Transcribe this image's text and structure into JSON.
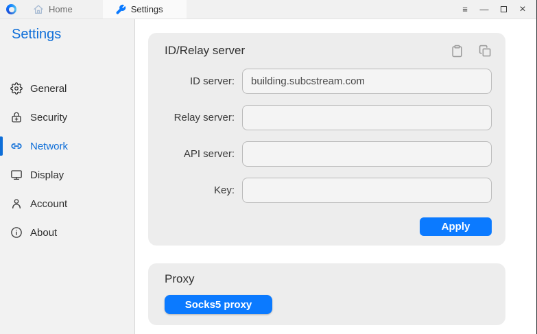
{
  "titlebar": {
    "tabs": [
      {
        "label": "Home",
        "icon": "home-icon",
        "active": false
      },
      {
        "label": "Settings",
        "icon": "wrench-icon",
        "active": true
      }
    ],
    "window_controls": {
      "menu_glyph": "≡",
      "minimize_glyph": "—",
      "close_glyph": "×"
    }
  },
  "sidebar": {
    "title": "Settings",
    "items": [
      {
        "label": "General",
        "icon": "gear-icon",
        "active": false
      },
      {
        "label": "Security",
        "icon": "lock-icon",
        "active": false
      },
      {
        "label": "Network",
        "icon": "link-icon",
        "active": true
      },
      {
        "label": "Display",
        "icon": "monitor-icon",
        "active": false
      },
      {
        "label": "Account",
        "icon": "person-icon",
        "active": false
      },
      {
        "label": "About",
        "icon": "info-icon",
        "active": false
      }
    ]
  },
  "main": {
    "id_relay": {
      "title": "ID/Relay server",
      "fields": [
        {
          "label": "ID server:",
          "value": "building.subcstream.com"
        },
        {
          "label": "Relay server:",
          "value": ""
        },
        {
          "label": "API server:",
          "value": ""
        },
        {
          "label": "Key:",
          "value": ""
        }
      ],
      "apply_label": "Apply"
    },
    "proxy": {
      "title": "Proxy",
      "socks5_label": "Socks5 proxy"
    }
  },
  "colors": {
    "accent_blue": "#0b7aff",
    "sidebar_active_blue": "#0e6ed8",
    "card_background": "#ededed",
    "titlebar_background": "#f1f1f1",
    "icon_gray": "#9b9b9b"
  }
}
